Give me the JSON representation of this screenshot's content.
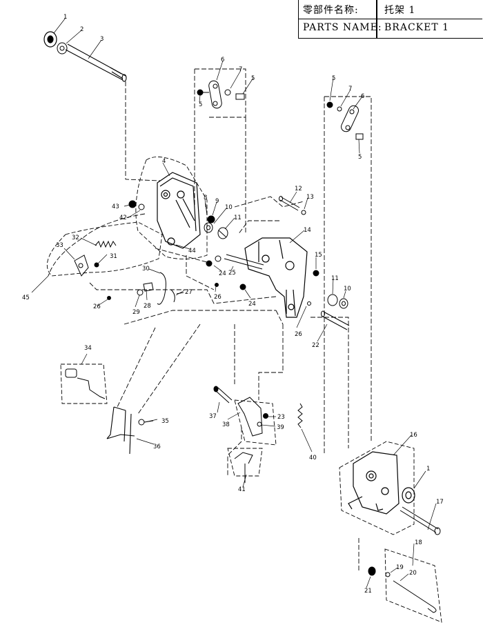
{
  "title_block": {
    "part_name_cn_label": "零部件名称:",
    "part_name_cn_value": "托架 1",
    "part_name_en_label": "PARTS NAME:",
    "part_name_en_value": "BRACKET 1"
  },
  "callouts": [
    "1",
    "2",
    "3",
    "4",
    "5",
    "6",
    "7",
    "8",
    "9",
    "10",
    "11",
    "12",
    "13",
    "14",
    "15",
    "16",
    "17",
    "18",
    "19",
    "20",
    "21",
    "22",
    "23",
    "24",
    "25",
    "26",
    "27",
    "28",
    "29",
    "30",
    "31",
    "32",
    "33",
    "34",
    "35",
    "36",
    "37",
    "38",
    "39",
    "40",
    "41",
    "42",
    "43",
    "44",
    "45"
  ]
}
